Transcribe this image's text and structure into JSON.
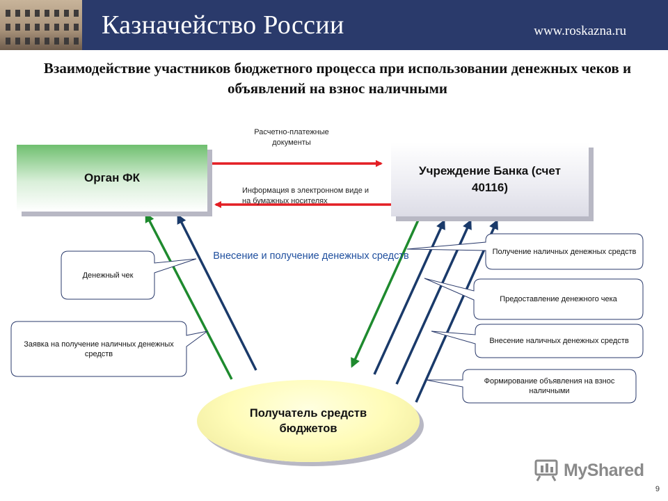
{
  "header": {
    "brand": "Казначейство России",
    "url": "www.roskazna.ru"
  },
  "title": "Взаимодействие участников бюджетного процесса при использовании денежных чеков и объявлений на взнос наличными",
  "nodes": {
    "organ_fk": "Орган ФК",
    "bank": "Учреждение Банка (счет 40116)",
    "recipient": "Получатель средств бюджетов"
  },
  "labels": {
    "settlement_docs": "Расчетно-платежные документы",
    "electronic_info": "Информация в электронном виде и на бумажных носителях",
    "cash_flow": "Внесение  и получение денежных средств"
  },
  "callouts": {
    "cash_check": "Денежный чек",
    "cash_request": "Заявка на получение наличных денежных средств",
    "receive_cash": "Получение наличных денежных средств",
    "provide_check": "Предоставление денежного чека",
    "deposit_cash": "Внесение наличных денежных средств",
    "form_declaration": "Формирование объявления на взнос наличными"
  },
  "colors": {
    "header_bg": "#2a3a6b",
    "arrow_red": "#e31e24",
    "arrow_green": "#1e8a2e",
    "arrow_navy": "#1a3a6a",
    "label_blue": "#1f4f9e"
  },
  "footer": {
    "logo": "MyShared",
    "logo_icon": "presentation-icon",
    "page_number": "9"
  }
}
